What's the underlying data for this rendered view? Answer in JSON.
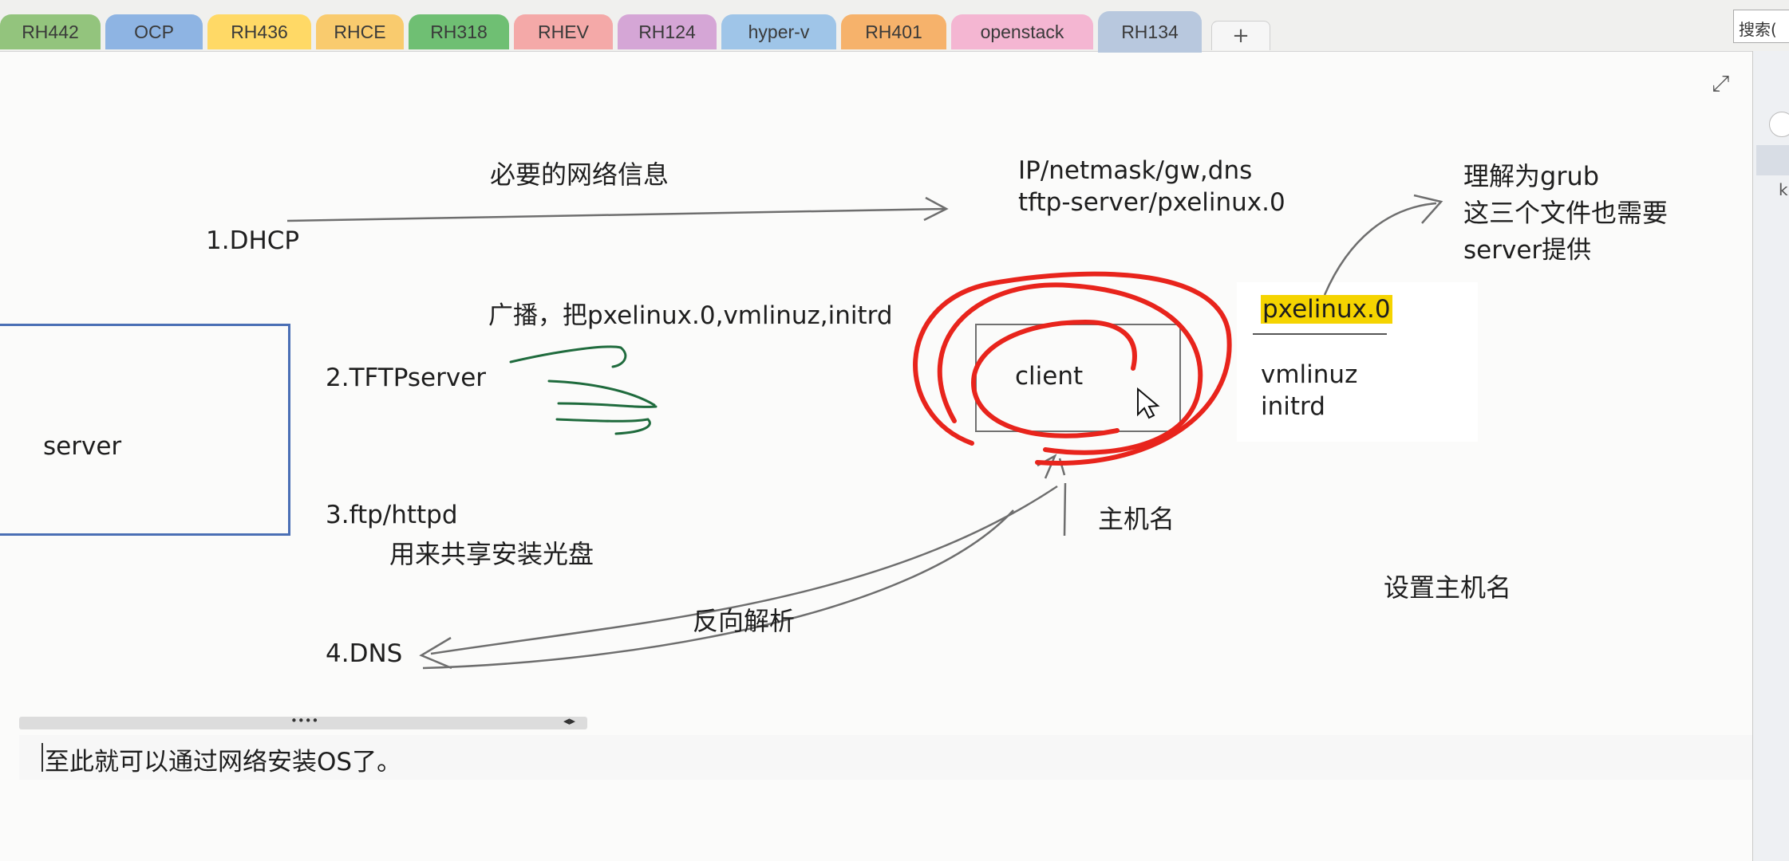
{
  "tabs": [
    {
      "label": "RH442",
      "color": "#93c47d"
    },
    {
      "label": "OCP",
      "color": "#8eb4e3"
    },
    {
      "label": "RH436",
      "color": "#ffd966"
    },
    {
      "label": "RHCE",
      "color": "#f9cb6e"
    },
    {
      "label": "RH318",
      "color": "#6fbf73"
    },
    {
      "label": "RHEV",
      "color": "#f4a9a8"
    },
    {
      "label": "RH124",
      "color": "#d5a6d6"
    },
    {
      "label": "hyper-v",
      "color": "#9fc5e8"
    },
    {
      "label": "RH401",
      "color": "#f6b26b"
    },
    {
      "label": "openstack",
      "color": "#f4b6d2"
    },
    {
      "label": "RH134",
      "color": "#b8c8de",
      "active": true
    }
  ],
  "tab_add_label": "+",
  "search_label": "搜索(",
  "right_panel_letter": "k",
  "expand_icon": "expand-icon",
  "diagram": {
    "dhcp_info": "必要的网络信息",
    "dhcp_label": "1.DHCP",
    "ip_line1": "IP/netmask/gw,dns",
    "ip_line2": "tftp-server/pxelinux.0",
    "grub_line1": "理解为grub",
    "grub_line2": "这三个文件也需要",
    "grub_line3": "server提供",
    "broadcast": "广播，把pxelinux.0,vmlinuz,initrd",
    "tftp_label": "2.TFTPserver",
    "server_label": "server",
    "client_label": "client",
    "file_pxelinux": "pxelinux.0",
    "file_vmlinuz": "vmlinuz",
    "file_initrd": "initrd",
    "hostname": "主机名",
    "ftp_label": "3.ftp/httpd",
    "ftp_desc": "用来共享安装光盘",
    "set_hostname": "设置主机名",
    "reverse_lookup": "反向解析",
    "dns_label": "4.DNS"
  },
  "note": {
    "dots": "••••",
    "arrows": "◂▸",
    "text": "至此就可以通过网络安装OS了。"
  },
  "colors": {
    "annotation_red": "#e8241c",
    "annotation_green": "#1f6b3d",
    "pen_gray": "#6e6e6e",
    "highlight": "#f5d400"
  }
}
